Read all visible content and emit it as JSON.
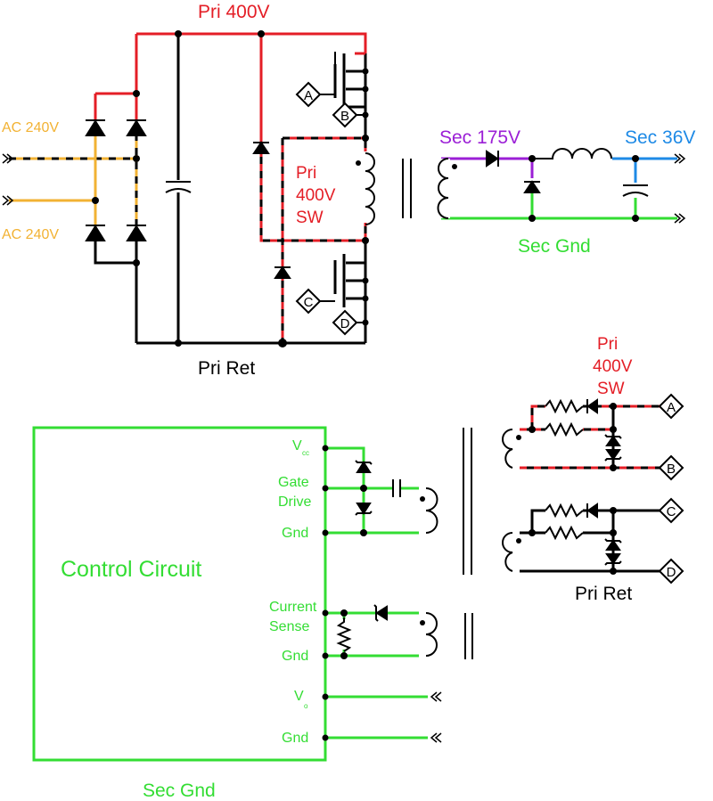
{
  "colors": {
    "ac": "#f2b233",
    "primary": "#e41e26",
    "secondary_gnd": "#33dd33",
    "sec_175": "#9b1fd6",
    "sec_36": "#1e8ae6",
    "ret": "#000000"
  },
  "labels": {
    "pri_400v": "Pri 400V",
    "ac_top": "AC 240V",
    "ac_bottom": "AC 240V",
    "pri_sw_1": "Pri",
    "pri_sw_2": "400V",
    "pri_sw_3": "SW",
    "sec_175v": "Sec 175V",
    "sec_36v": "Sec 36V",
    "sec_gnd_top": "Sec Gnd",
    "pri_ret_top": "Pri Ret",
    "pri_ret_right": "Pri Ret",
    "pri_sw_right_1": "Pri",
    "pri_sw_right_2": "400V",
    "pri_sw_right_3": "SW",
    "sec_gnd_bottom": "Sec Gnd"
  },
  "gate_tags": [
    "A",
    "B",
    "C",
    "D"
  ],
  "control": {
    "title": "Control Circuit",
    "vcc_main": "V",
    "vcc_sub": "cc",
    "gate_drive_1": "Gate",
    "gate_drive_2": "Drive",
    "gnd_1": "Gnd",
    "current_1": "Current",
    "current_2": "Sense",
    "gnd_2": "Gnd",
    "vo_main": "V",
    "vo_sub": "o",
    "gnd_3": "Gnd"
  }
}
